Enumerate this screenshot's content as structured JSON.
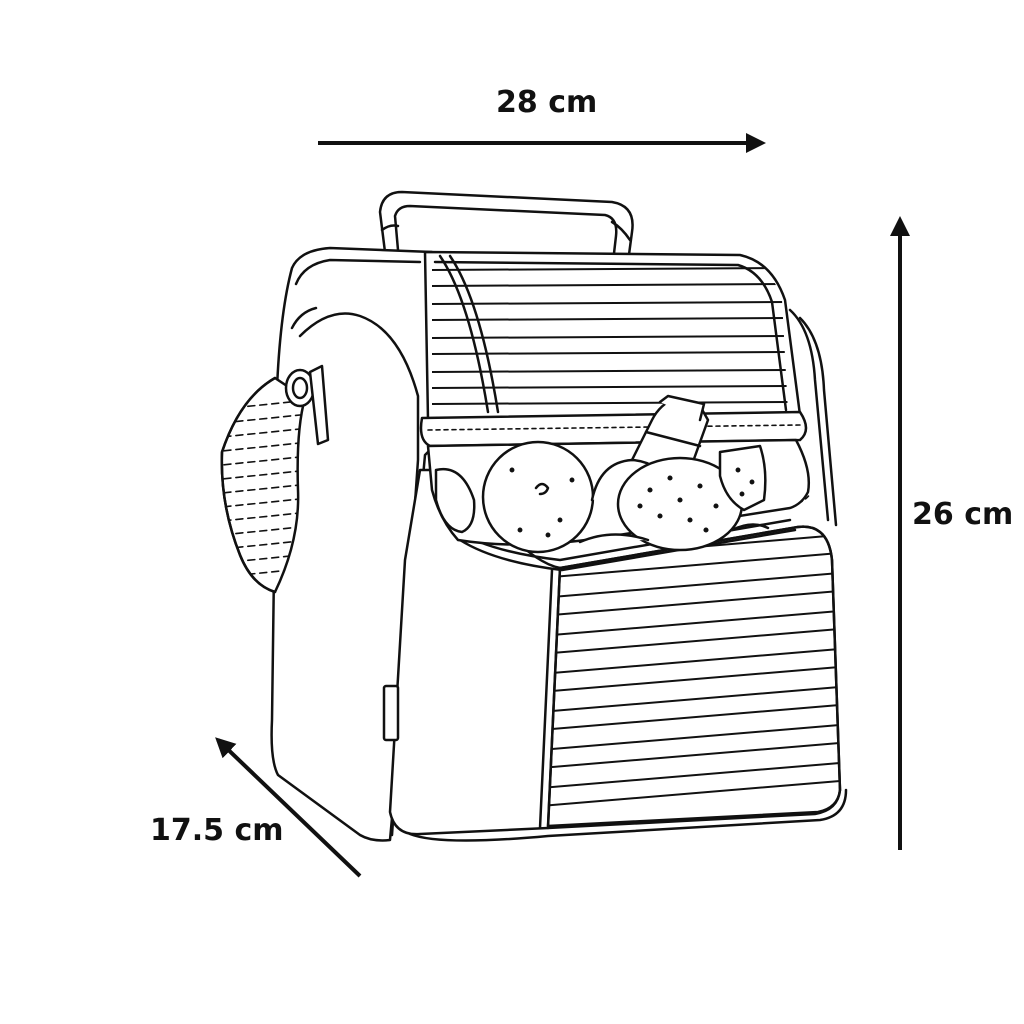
{
  "dimensions": {
    "width": "28 cm",
    "height": "26 cm",
    "depth": "17.5 cm"
  },
  "colors": {
    "line": "#111111",
    "background": "#ffffff"
  }
}
